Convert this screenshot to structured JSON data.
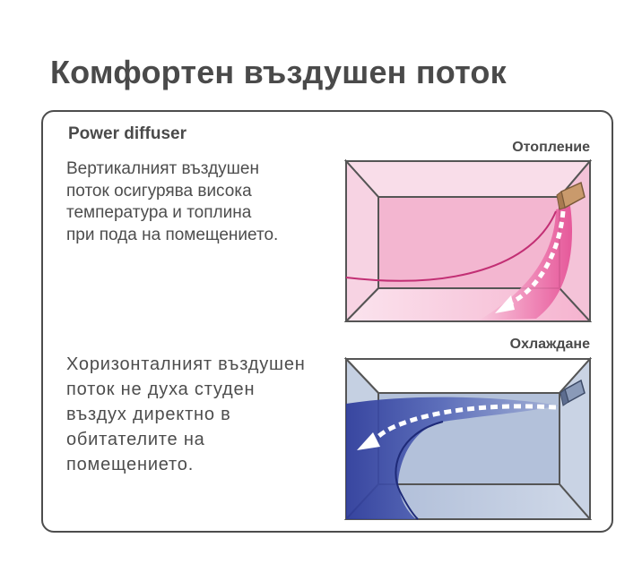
{
  "title": "Комфортен въздушен поток",
  "section_title": "Power diffuser",
  "heating": {
    "label": "Отопление",
    "description_lines": [
      "Вертикалният въздушен",
      "поток осигурява висока",
      "температура и топлина",
      "при пода на помещението."
    ],
    "colors": {
      "wall": "#f6cfe0",
      "back_wall": "#f2a8c8",
      "flow": "#e8559a",
      "unit": "#c99a6c"
    }
  },
  "cooling": {
    "label": "Охлаждане",
    "description_lines": [
      "Хоризонталният въздушен",
      "поток не духа студен",
      "въздух директно в",
      "обитателите на",
      "помещението."
    ],
    "colors": {
      "wall": "#c9d3e3",
      "back_wall": "#a9b9d4",
      "flow": "#2f3f9f",
      "unit": "#8a9ab8"
    }
  }
}
